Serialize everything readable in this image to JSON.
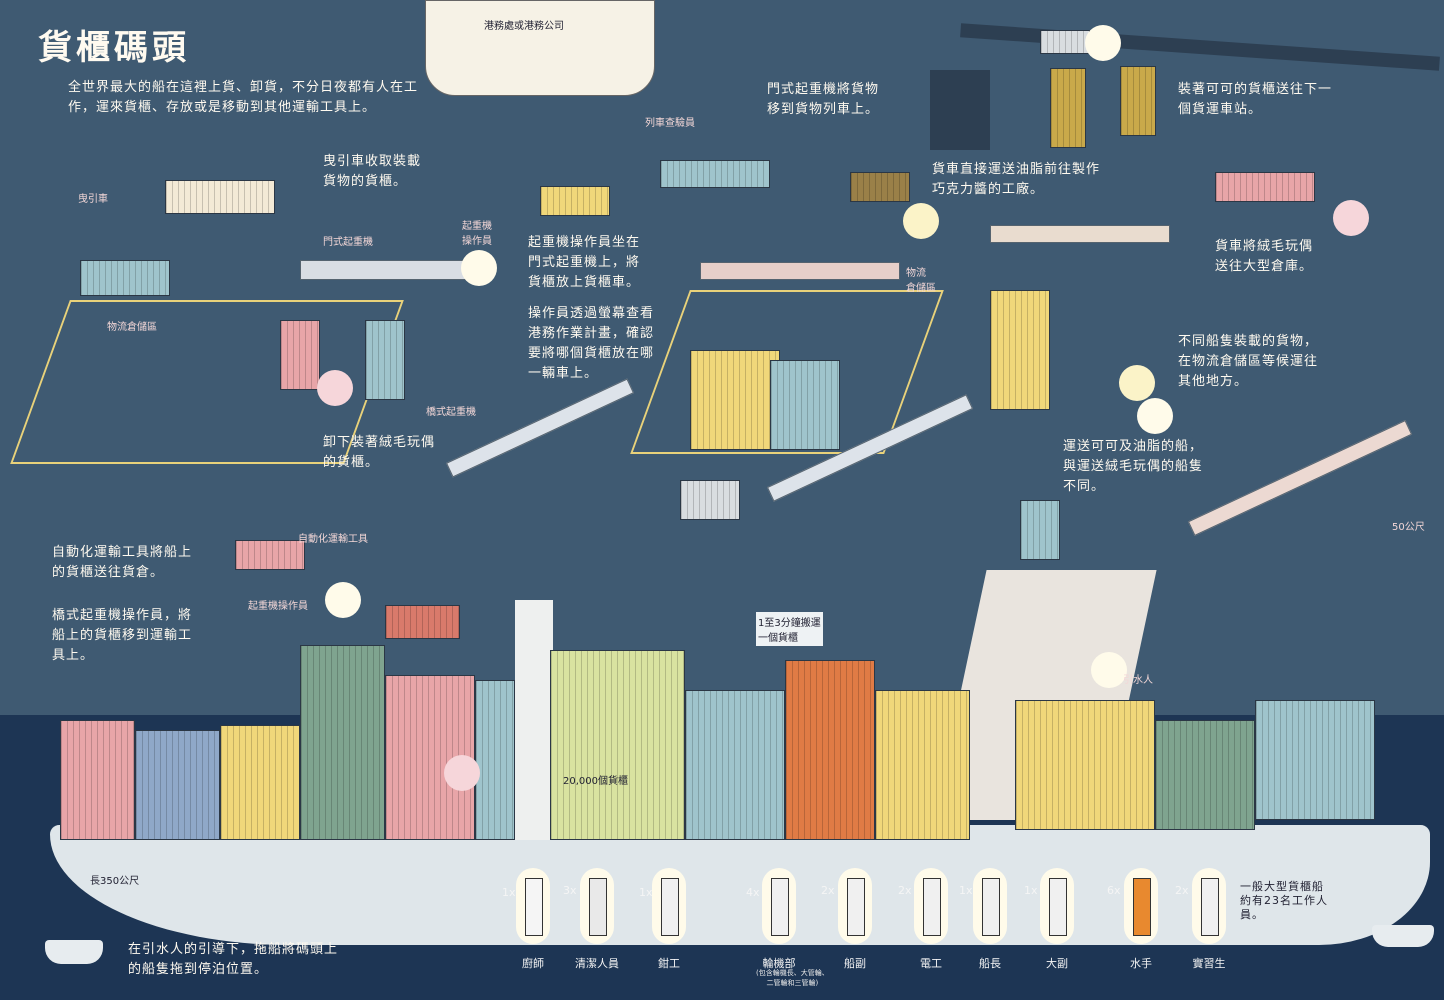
{
  "title": "貨櫃碼頭",
  "intro": "全世界最大的船在這裡上貨、卸貨，不分日夜都有人在工\n作，運來貨櫃、存放或是移動到其他運輸工具上。",
  "labels": {
    "port_office": "港務處或港務公司",
    "train_inspector": "列車查驗員",
    "tractor": "曳引車",
    "gantry_crane": "門式起重機",
    "crane_operator_top": "起重機\n操作員",
    "logistics_yard_left": "物流倉儲區",
    "logistics_yard_right": "物流\n倉儲區",
    "bridge_crane": "橋式起重機",
    "automated_vehicle": "自動化運輸工具",
    "crane_operator_bottom": "起重機操作員",
    "pilot": "引水人",
    "height_50m": "50公尺",
    "length_350m": "長350公尺",
    "containers_20000": "20,000個貨櫃",
    "rate_note": "1至3分鐘搬運\n一個貨櫃"
  },
  "notes": {
    "tractor_collect": "曳引車收取裝載\n貨物的貨櫃。",
    "gantry_to_train": "門式起重機將貨物\n移到貨物列車上。",
    "cocoa_to_station": "裝著可可的貨櫃送往下一\n個貨運車站。",
    "truck_to_factory": "貨車直接運送油脂前往製作\n巧克力醬的工廠。",
    "truck_to_warehouse": "貨車將絨毛玩偶\n送往大型倉庫。",
    "operator_gantry": "起重機操作員坐在\n門式起重機上，將\n貨櫃放上貨櫃車。",
    "operator_screen": "操作員透過螢幕查看\n港務作業計畫，確認\n要將哪個貨櫃放在哪\n一輛車上。",
    "waiting_yard": "不同船隻裝載的貨物，\n在物流倉儲區等候運往\n其他地方。",
    "unload_toys": "卸下裝著絨毛玩偶\n的貨櫃。",
    "different_ships": "運送可可及油脂的船，\n與運送絨毛玩偶的船隻\n不同。",
    "automated_note": "自動化運輸工具將船上\n的貨櫃送往貨倉。",
    "bridge_operator": "橋式起重機操作員，將\n船上的貨櫃移到運輸工\n具上。",
    "tugboat_note": "在引水人的引導下，拖船將碼頭上\n的船隻拖到停泊位置。",
    "crew_total": "一般大型貨櫃船\n約有23名工作人\n員。"
  },
  "crew": [
    {
      "count": "1x",
      "role": "廚師"
    },
    {
      "count": "3x",
      "role": "清潔人員"
    },
    {
      "count": "1x",
      "role": "鉗工"
    },
    {
      "count": "4x",
      "role": "輪機部",
      "sub": "(包含輪機長、大管輪、\n二管輪和三管輪)"
    },
    {
      "count": "2x",
      "role": "船副"
    },
    {
      "count": "2x",
      "role": "電工"
    },
    {
      "count": "1x",
      "role": "船長"
    },
    {
      "count": "1x",
      "role": "大副"
    },
    {
      "count": "6x",
      "role": "水手"
    },
    {
      "count": "2x",
      "role": "實習生"
    }
  ],
  "colors": {
    "background": "#3f5a72",
    "sea": "#1d3554",
    "ship_hull": "#dfe6ea",
    "container_palette": [
      "#e8a5a8",
      "#9fc4cc",
      "#f0d77a",
      "#7fa48f",
      "#d9dde0",
      "#e07b45",
      "#8fa8c8"
    ]
  }
}
